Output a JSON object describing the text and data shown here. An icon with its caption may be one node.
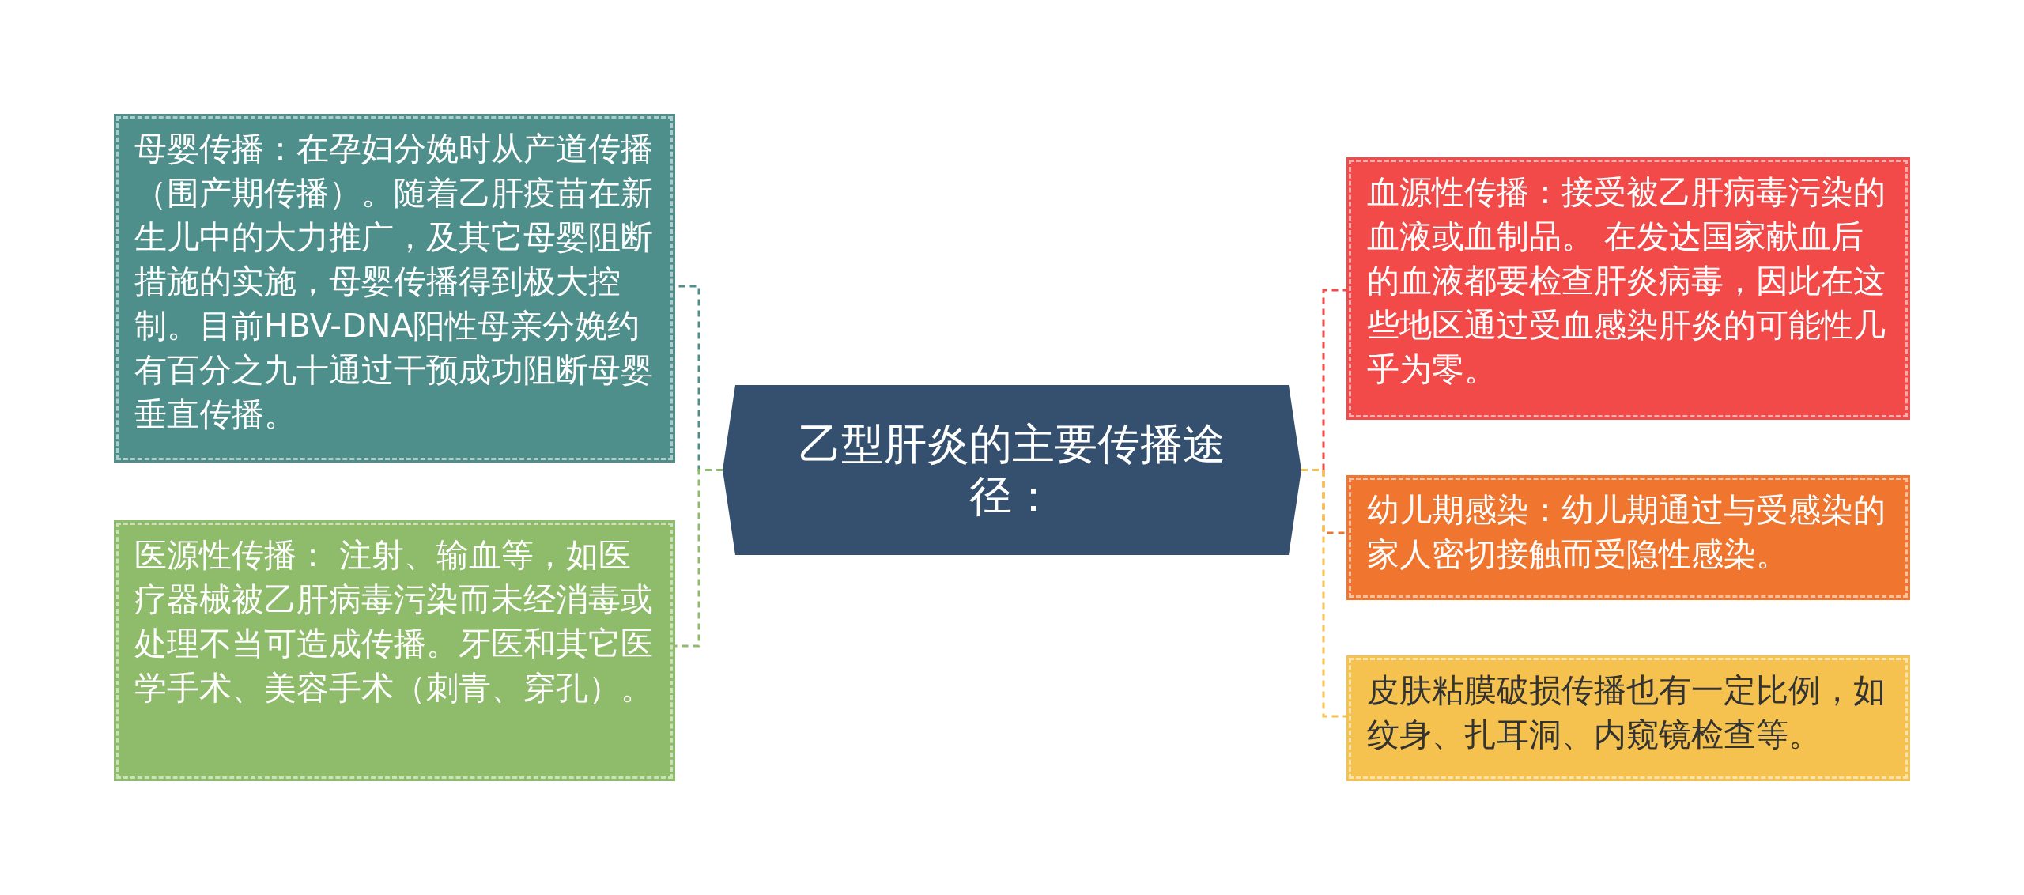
{
  "diagram": {
    "nodes": [
      {
        "text": [
          "乙型肝炎的主要传播途径："
        ]
      },
      {
        "text": [
          "母婴传播：在孕妇分娩时从产道传播（围产期传播）。随着乙肝疫苗在新生儿中的大力推广，及其它母婴阻断措施的实施，母婴传播得到极大控制。目前HBV-DNA阳性母亲分娩约有百分之九十通过干预成功阻断母婴垂直传播。"
        ]
      },
      {
        "text": [
          "医源性传播： 注射、输血等，如医疗器械被乙肝病毒污染而未经消毒或处理不当可造成传播。牙医和其它医学手术、美容手术（刺青、穿孔）。"
        ]
      },
      {
        "text": [
          "血源性传播：接受被乙肝病毒污染的血液或血制品。 在发达国家献血后的血液都要检查肝炎病毒，因此在这些地区通过受血感染肝炎的可能性几乎为零。"
        ]
      },
      {
        "text": [
          "幼儿期感染：幼儿期通过与受感染的家人密切接触而受隐性感染。"
        ]
      },
      {
        "text": [
          "皮肤粘膜破损传播也有一定比例，如纹身、扎耳洞、内窥镜检查等。"
        ]
      }
    ],
    "edges": [
      {
        "from": 0,
        "to": 1,
        "arrow": "none",
        "style": "dashed",
        "color": "#4e8f8b"
      },
      {
        "from": 0,
        "to": 2,
        "arrow": "none",
        "style": "dashed",
        "color": "#8fbc6a"
      },
      {
        "from": 0,
        "to": 3,
        "arrow": "none",
        "style": "dashed",
        "color": "#f24a48"
      },
      {
        "from": 0,
        "to": 4,
        "arrow": "none",
        "style": "dashed",
        "color": "#f0762f"
      },
      {
        "from": 0,
        "to": 5,
        "arrow": "none",
        "style": "dashed",
        "color": "#f6c24f"
      }
    ]
  }
}
